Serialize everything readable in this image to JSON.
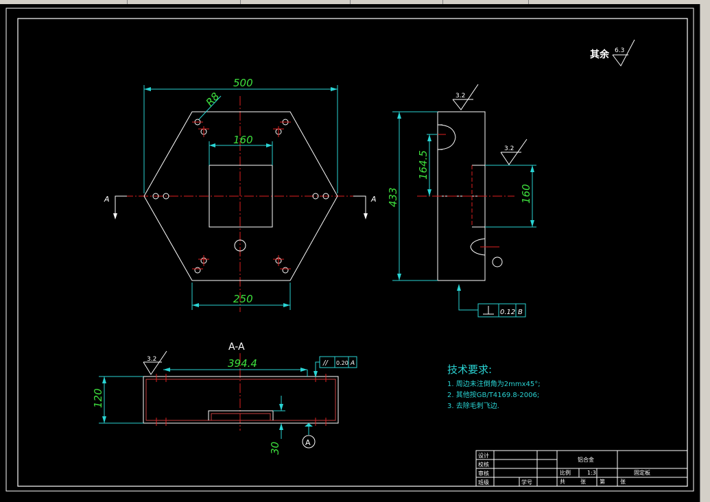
{
  "drawing": {
    "roughness_note": "其余",
    "roughness_main": "6.3",
    "top_view": {
      "width_dim": "500",
      "radius_dim": "R8",
      "hole_spacing_dim": "160",
      "bottom_width_dim": "250",
      "section_mark_left": "A",
      "section_mark_right": "A"
    },
    "side_view": {
      "roughness_top": "3.2",
      "roughness_mid": "3.2",
      "height_dim": "433",
      "offset_dim": "164.5",
      "slot_dim": "160",
      "tolerance_value": "0.12",
      "tolerance_datum": "B"
    },
    "section_view": {
      "title": "A-A",
      "roughness": "3.2",
      "length_dim": "394.4",
      "height_dim": "120",
      "depth_dim": "30",
      "parallel_symbol": "//",
      "parallel_value": "0.20",
      "parallel_datum": "A",
      "datum_label": "A"
    },
    "tech_requirements": {
      "title": "技术要求:",
      "items": [
        "1. 周边未注倒角为2mmx45°;",
        "2. 其他按GB/T4169.8-2006;",
        "3. 去除毛刺飞边."
      ]
    },
    "title_block": {
      "design": "设计",
      "check": "校核",
      "review": "审核",
      "class": "班级",
      "student_no": "学号",
      "material": "铝合金",
      "scale_label": "比例",
      "scale_value": "1:3",
      "part_name": "固定板",
      "total": "共",
      "sheet1": "张",
      "page": "第",
      "sheet2": "张"
    }
  }
}
